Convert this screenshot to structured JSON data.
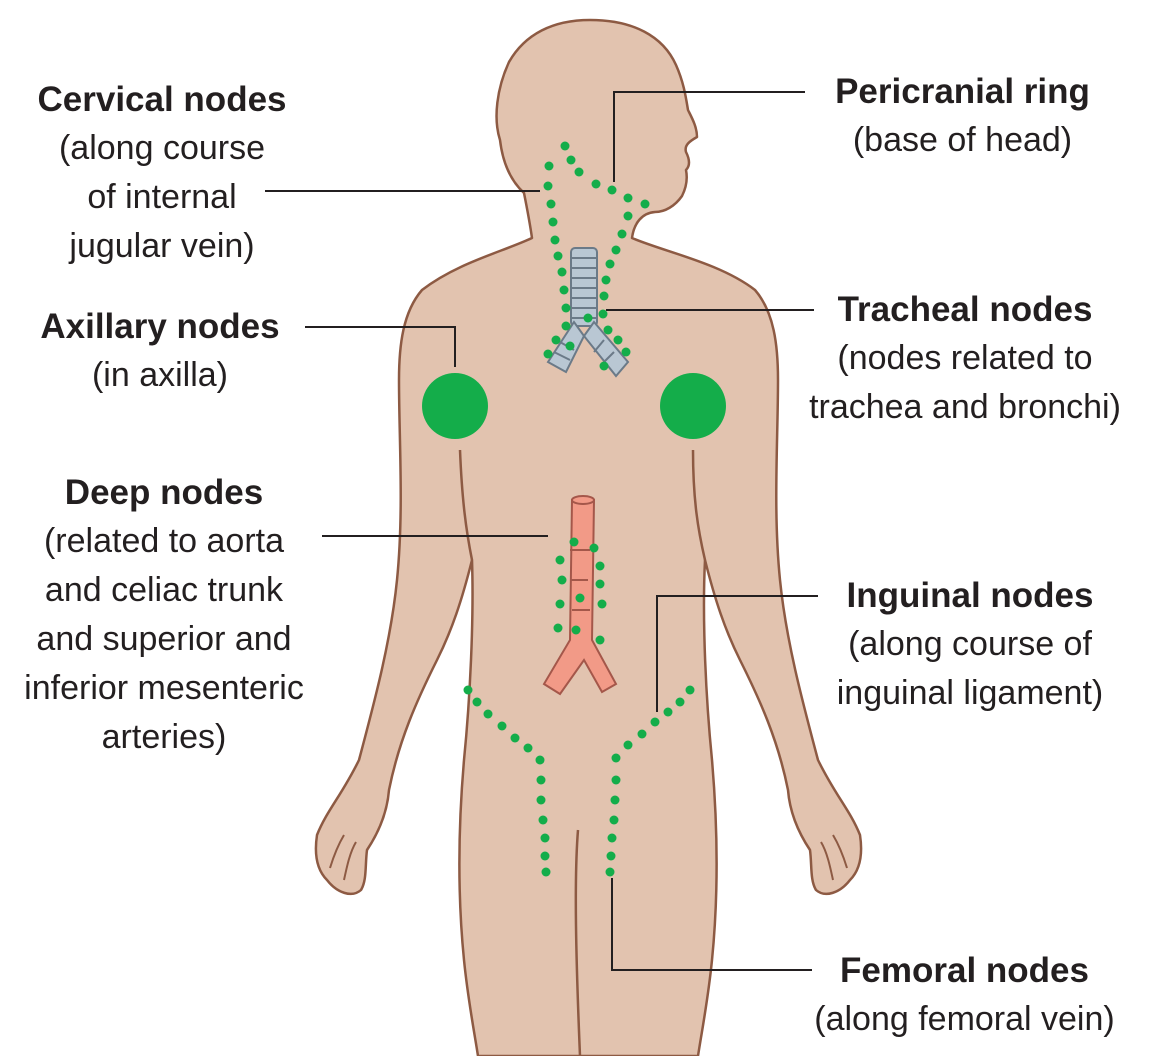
{
  "colors": {
    "skin": "#e2c3af",
    "outline": "#8d5a43",
    "node": "#14ad4a",
    "leader": "#231f20",
    "trachea": "#b9c7d3",
    "aorta": "#f29a87"
  },
  "labels": {
    "cervical": {
      "title": "Cervical nodes",
      "lines": [
        "(along course",
        "of internal",
        "jugular vein)"
      ]
    },
    "axillary": {
      "title": "Axillary nodes",
      "lines": [
        "(in axilla)"
      ]
    },
    "deep": {
      "title": "Deep nodes",
      "lines": [
        "(related to aorta",
        "and celiac trunk",
        "and superior and",
        "inferior mesenteric",
        "arteries)"
      ]
    },
    "pericranial": {
      "title": "Pericranial ring",
      "lines": [
        "(base of head)"
      ]
    },
    "tracheal": {
      "title": "Tracheal nodes",
      "lines": [
        "(nodes related to",
        "trachea and bronchi)"
      ]
    },
    "inguinal": {
      "title": "Inguinal nodes",
      "lines": [
        "(along course of",
        "inguinal ligament)"
      ]
    },
    "femoral": {
      "title": "Femoral nodes",
      "lines": [
        "(along femoral vein)"
      ]
    }
  }
}
